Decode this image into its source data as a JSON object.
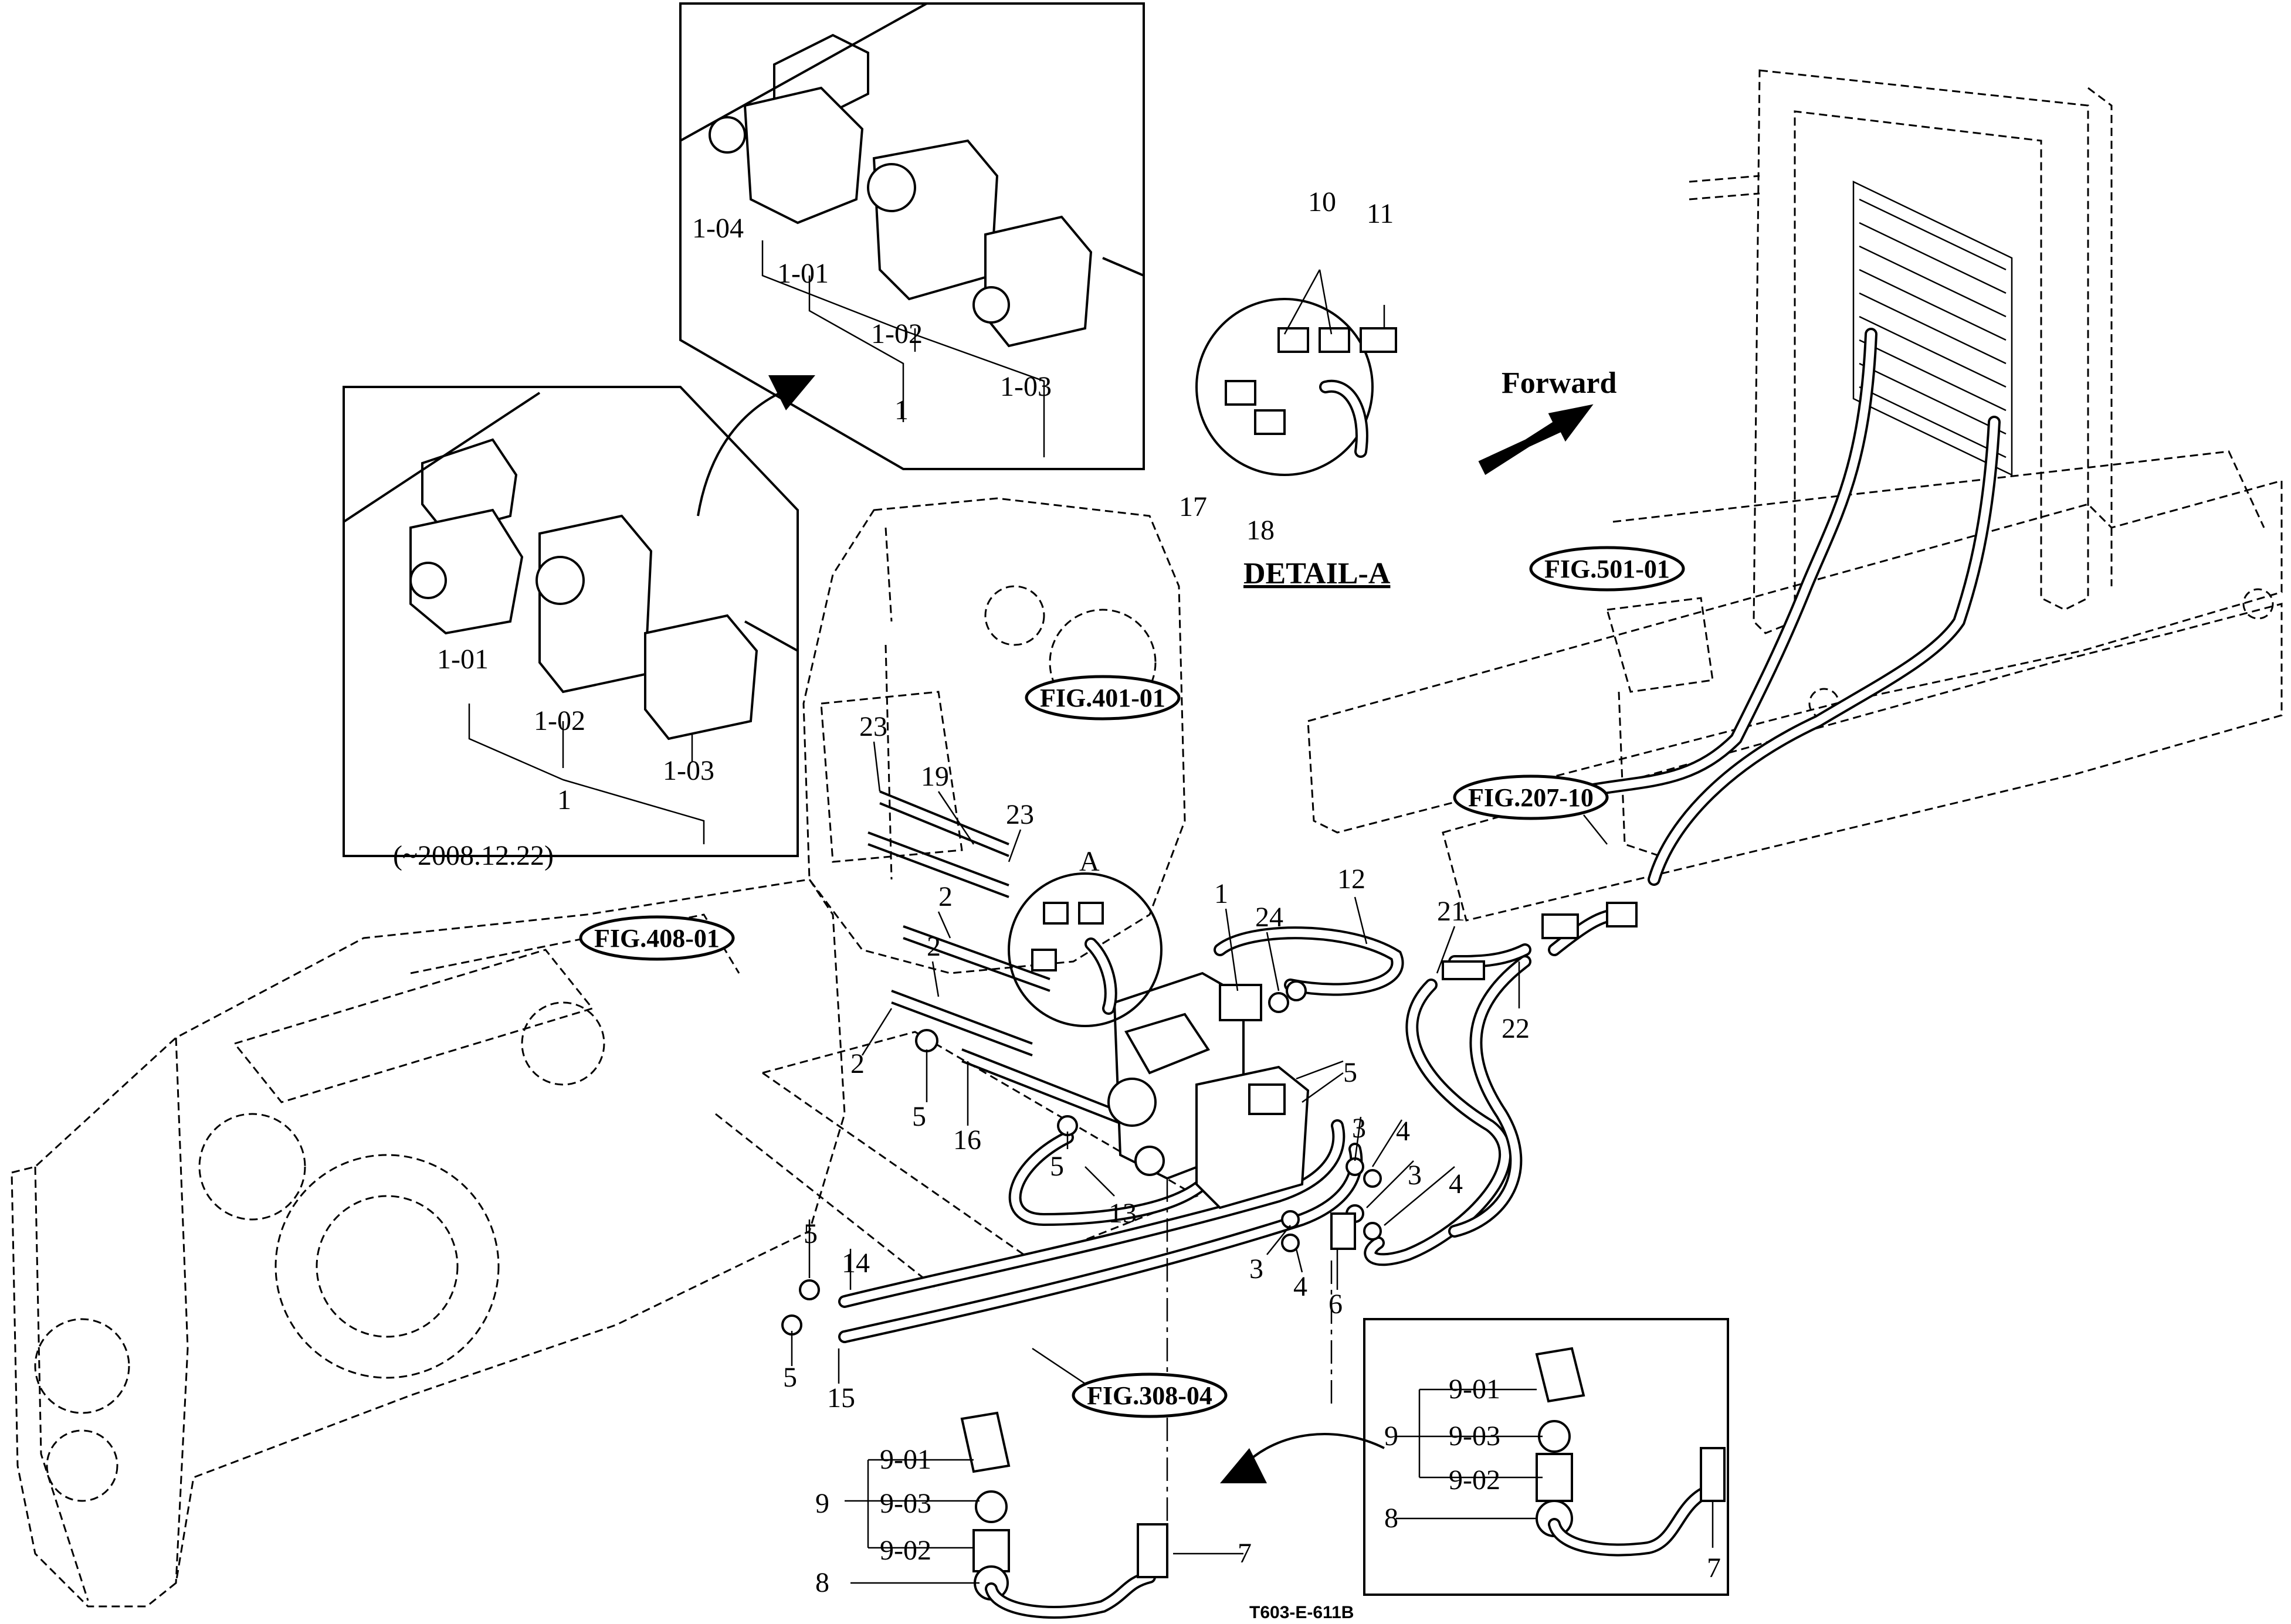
{
  "labels": {
    "l_1_04": "1-04",
    "l_1_01_top": "1-01",
    "l_1_02_top": "1-02",
    "l_1_top": "1",
    "l_1_03_top": "1-03",
    "l_1_01_mid": "1-01",
    "l_1_02_mid": "1-02",
    "l_1_mid": "1",
    "l_1_03_mid": "1-03",
    "date_note": "(~2008.12.22)",
    "l_10": "10",
    "l_11": "11",
    "l_17": "17",
    "l_18": "18",
    "detail_a": "DETAIL-A",
    "forward": "Forward",
    "l_23a": "23",
    "l_19": "19",
    "l_23b": "23",
    "l_A": "A",
    "l_1_main": "1",
    "l_24": "24",
    "l_12": "12",
    "l_21": "21",
    "l_22": "22",
    "l_2a": "2",
    "l_2b": "2",
    "l_2c": "2",
    "l_5a": "5",
    "l_16": "16",
    "l_5b": "5",
    "l_13": "13",
    "l_5c": "5",
    "l_3a": "3",
    "l_4a": "4",
    "l_3b": "3",
    "l_4b": "4",
    "l_3c": "3",
    "l_4c": "4",
    "l_6": "6",
    "l_5d": "5",
    "l_14": "14",
    "l_5e": "5",
    "l_15": "15",
    "l_9_01a": "9-01",
    "l_9a": "9",
    "l_9_03a": "9-03",
    "l_9_02a": "9-02",
    "l_8a": "8",
    "l_7a": "7",
    "l_9_01b": "9-01",
    "l_9b": "9",
    "l_9_03b": "9-03",
    "l_9_02b": "9-02",
    "l_8b": "8",
    "l_7b": "7",
    "drawing_code": "T603-E-611B"
  },
  "refs": {
    "fig_501_01": "FIG.501-01",
    "fig_401_01": "FIG.401-01",
    "fig_207_10": "FIG.207-10",
    "fig_408_01": "FIG.408-01",
    "fig_308_04": "FIG.308-04"
  }
}
